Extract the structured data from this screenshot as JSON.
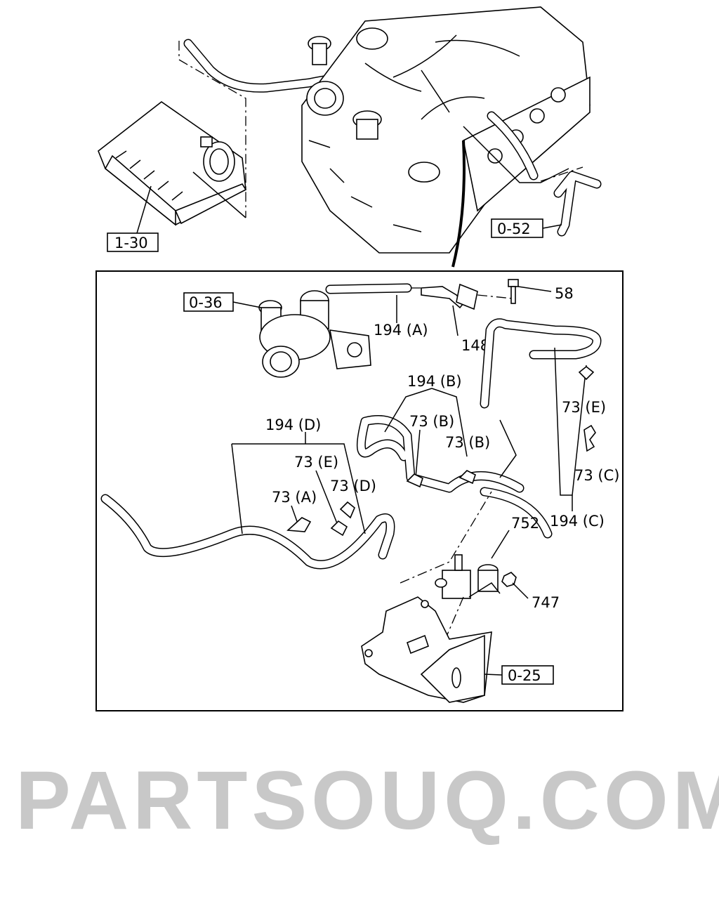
{
  "watermark": "PARTSOUQ.COM",
  "references": {
    "air_cleaner": "1-30",
    "engine_pipe": "0-52",
    "turbocharger": "0-36",
    "bracket": "0-25"
  },
  "callouts": {
    "bolt": "58",
    "hose_a": "194 (A)",
    "pipe": "148",
    "hose_b": "194 (B)",
    "clip_e_right": "73 (E)",
    "clip_b_1": "73 (B)",
    "clip_b_2": "73 (B)",
    "hose_d": "194 (D)",
    "clip_e_left": "73 (E)",
    "clip_d": "73 (D)",
    "clip_a": "73 (A)",
    "clip_c": "73 (C)",
    "hose_c": "194 (C)",
    "valve": "752",
    "nut": "747"
  }
}
